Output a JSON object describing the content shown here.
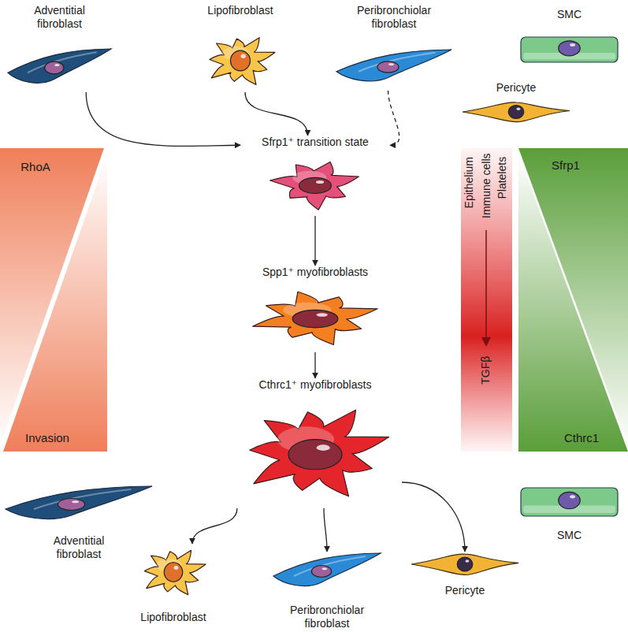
{
  "diagram": {
    "nodes": [
      {
        "text": [
          "Adventitial fibroblast"
        ]
      },
      {
        "text": [
          "Lipofibroblast"
        ]
      },
      {
        "text": [
          "Peribronchiolar fibroblast"
        ]
      },
      {
        "text": [
          "SMC"
        ]
      },
      {
        "text": [
          "Pericyte"
        ]
      },
      {
        "text": [
          "Sfrp1⁺ transition state"
        ]
      },
      {
        "text": [
          "Spp1⁺ myofibroblasts"
        ]
      },
      {
        "text": [
          "Cthrc1⁺ myofibroblasts"
        ]
      },
      {
        "text": [
          "Adventitial fibroblast"
        ]
      },
      {
        "text": [
          "Lipofibroblast"
        ]
      },
      {
        "text": [
          "Peribronchiolar fibroblast"
        ]
      },
      {
        "text": [
          "Pericyte"
        ]
      },
      {
        "text": [
          "SMC"
        ]
      }
    ],
    "edges": [
      {
        "from": 0,
        "to": 5,
        "arrow": "to"
      },
      {
        "from": 1,
        "to": 5,
        "arrow": "to"
      },
      {
        "from": 2,
        "to": 5,
        "arrow": "to"
      },
      {
        "from": 5,
        "to": 6,
        "arrow": "to"
      },
      {
        "from": 6,
        "to": 7,
        "arrow": "to"
      },
      {
        "from": 7,
        "to": 9,
        "arrow": "to"
      },
      {
        "from": 7,
        "to": 10,
        "arrow": "to"
      },
      {
        "from": 7,
        "to": 11,
        "arrow": "to"
      }
    ],
    "labels": [
      "RhoA",
      "Invasion",
      "Epithelium",
      "Immune cells",
      "Platelets",
      "TGFβ",
      "Sfrp1",
      "Cthrc1"
    ]
  }
}
